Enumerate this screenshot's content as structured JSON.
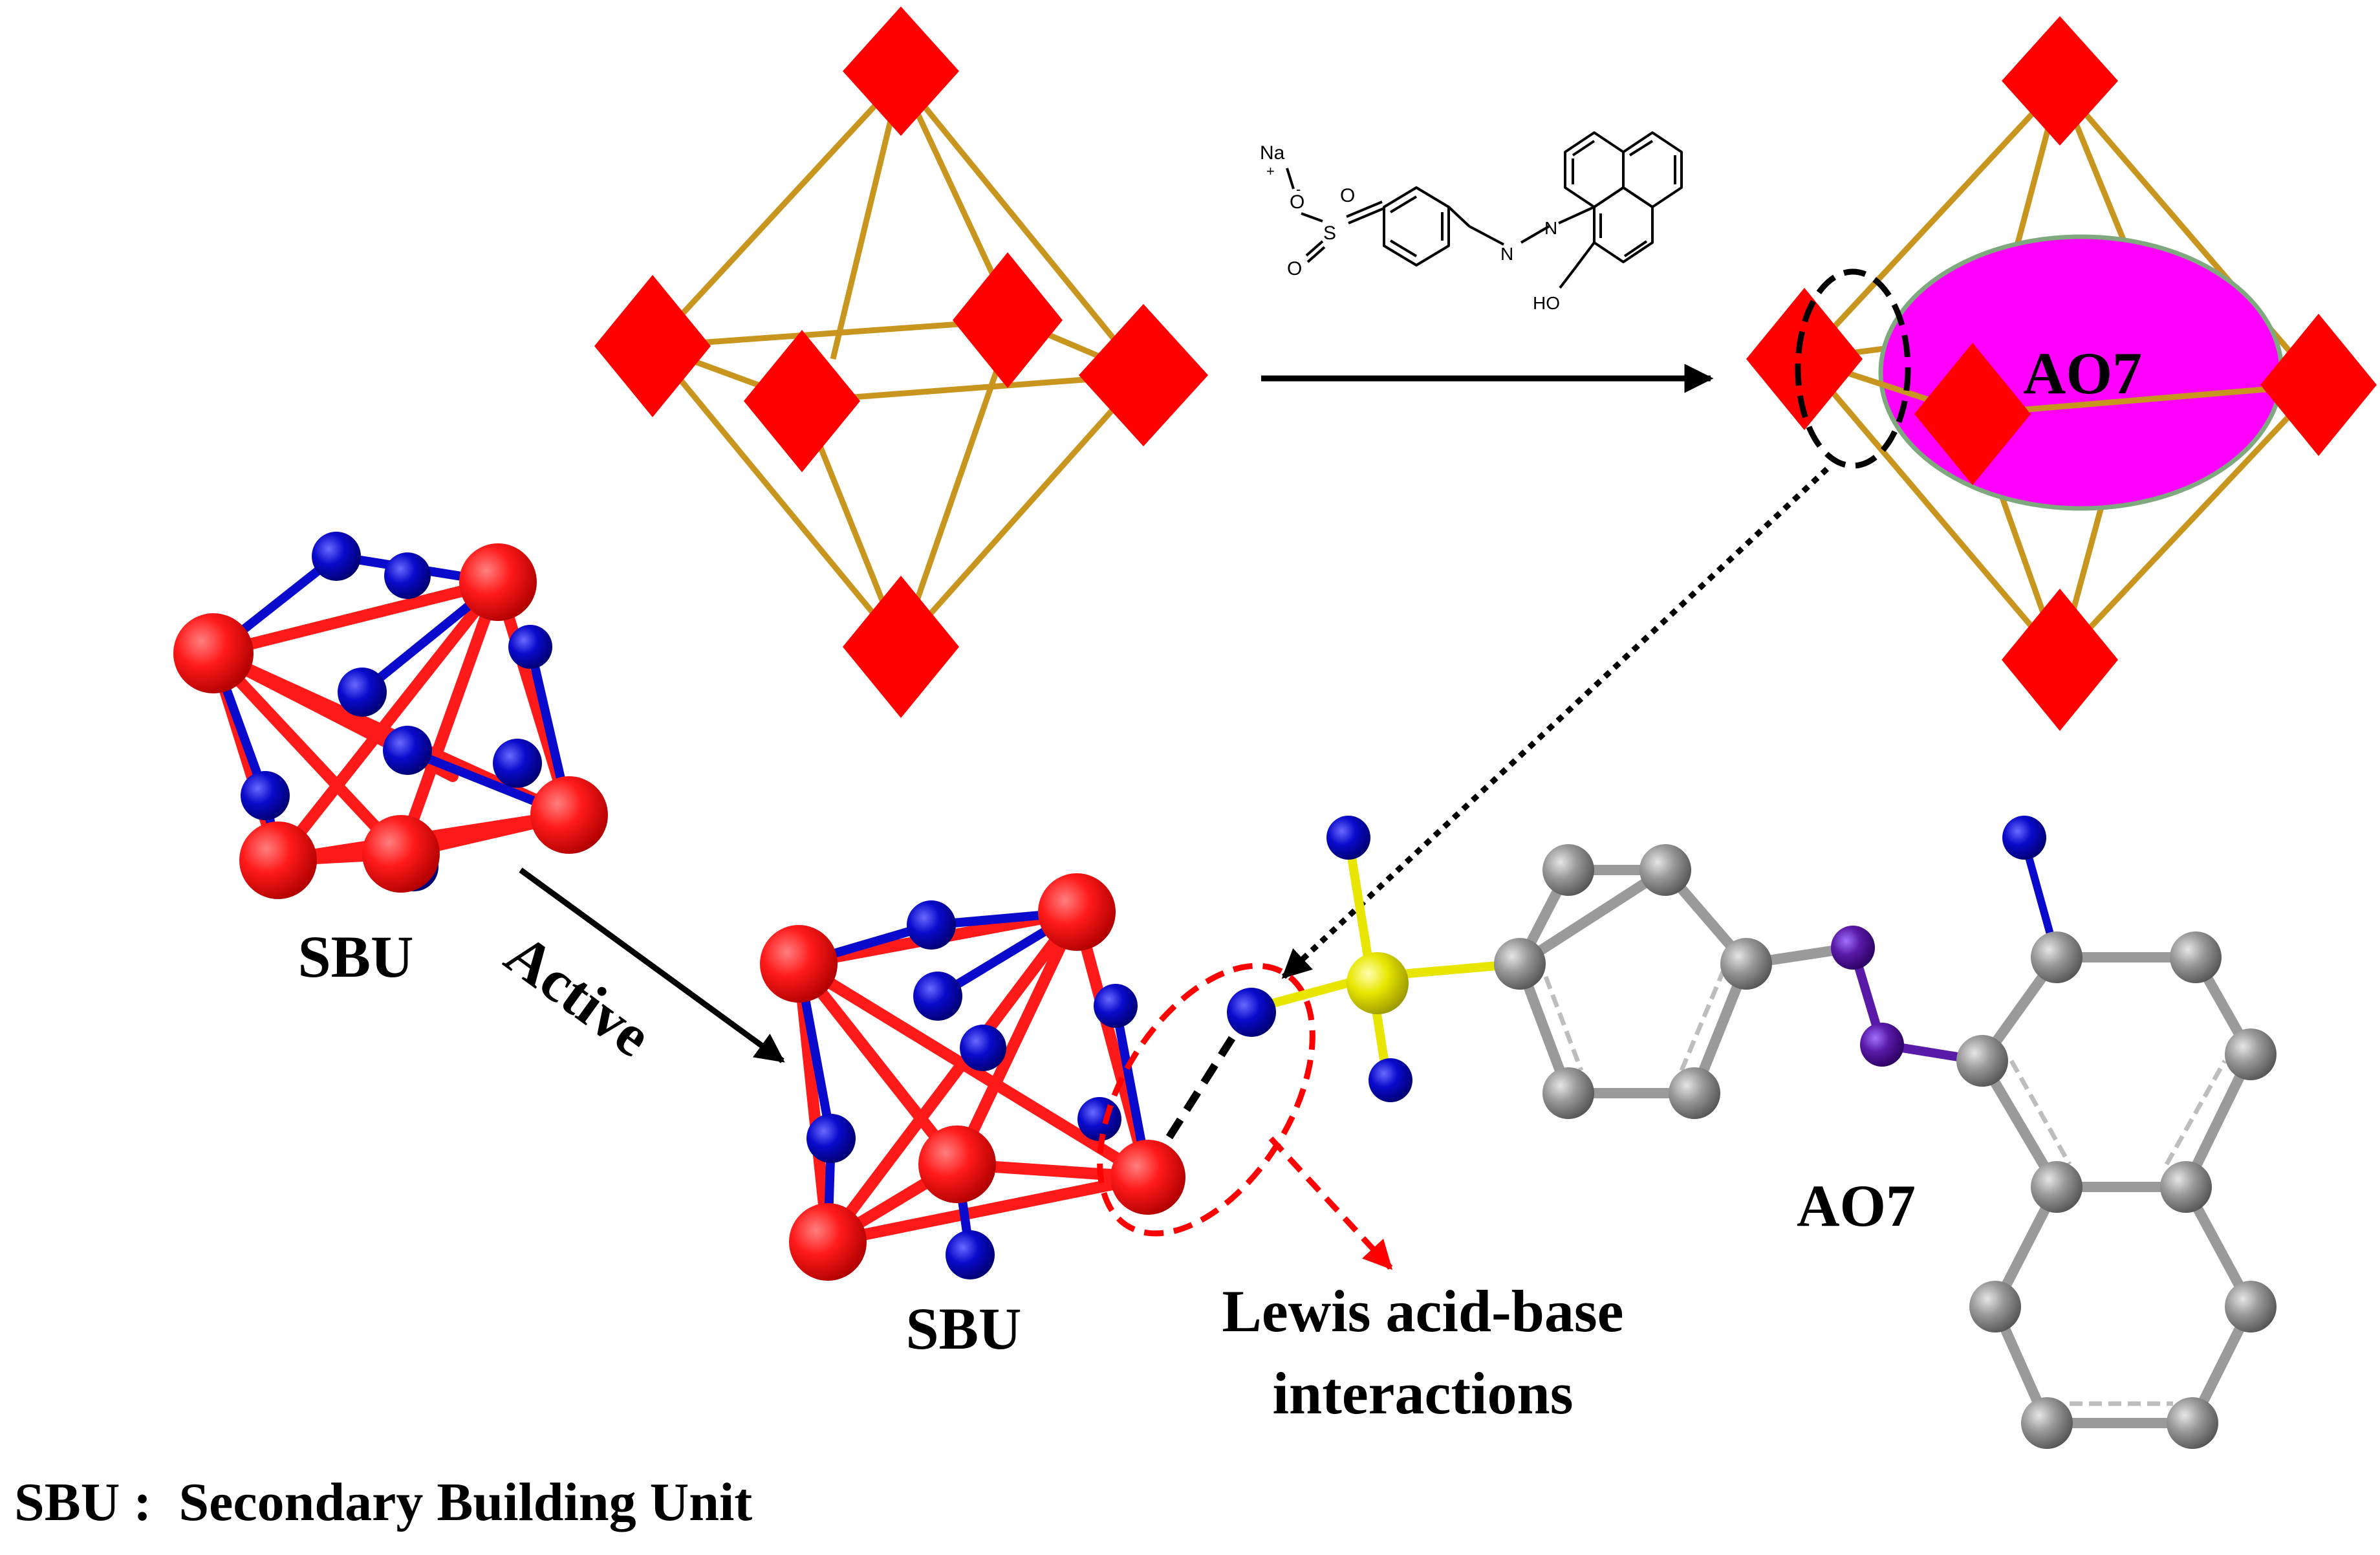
{
  "colors": {
    "node": "#ff0000",
    "edge": "#c8961e",
    "guest": "#ff00ff",
    "guest_outline": "#7fa87f",
    "metal": "#ff1a1a",
    "oxygen": "#0a0acc",
    "carbon": "#8c8c8c",
    "nitrogen": "#5a1aa8",
    "sulfur": "#e8e600",
    "lewis": "#ff0000",
    "arrow": "#000000"
  },
  "icons": {
    "framework": "octahedral-framework-icon",
    "cluster": "sbu-cluster-icon",
    "molecule": "ao7-ball-and-stick-icon",
    "structure": "ao7-skeletal-structure-icon"
  },
  "labels": {
    "guest_in_pore": "AO7",
    "sbu_top": "SBU",
    "sbu_bottom": "SBU",
    "active": "Active",
    "ao7_molecule": "AO7",
    "lewis_line1": "Lewis acid-base",
    "lewis_line2": "interactions",
    "footnote": "SBU :  Secondary Building Unit"
  },
  "structure": {
    "na": "Na",
    "plus": "+",
    "o_minus": "O",
    "minus": "-",
    "s": "S",
    "o1": "O",
    "o2": "O",
    "n1": "N",
    "n2": "N",
    "ho": "HO"
  }
}
